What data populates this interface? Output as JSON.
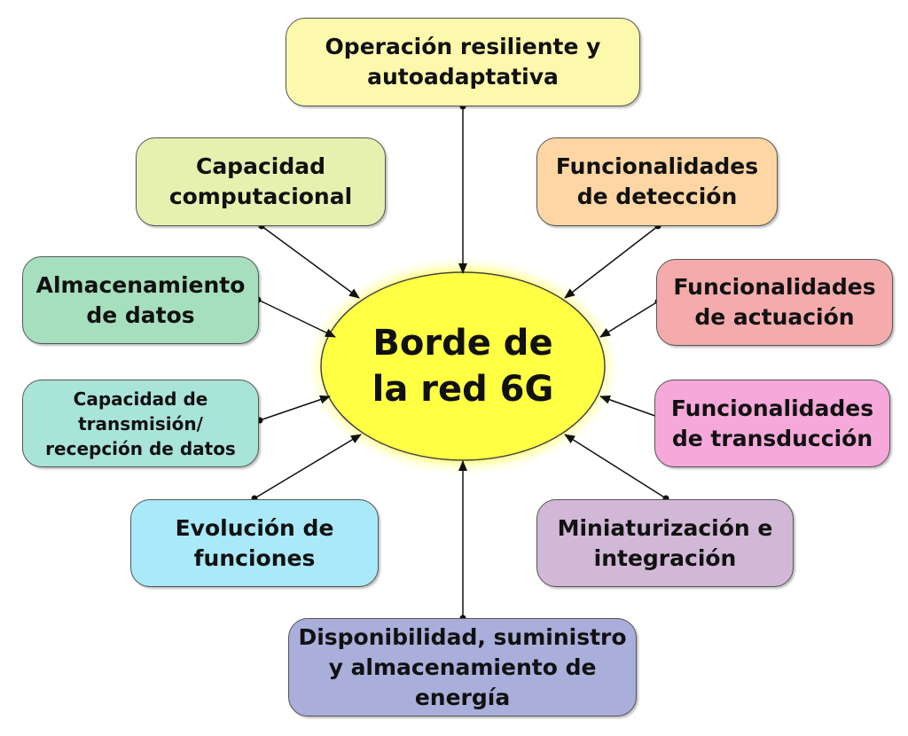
{
  "center": {
    "label_line1": "Borde de",
    "label_line2": "la red 6G",
    "color": "#ffff44"
  },
  "nodes": [
    {
      "id": "resiliente",
      "text": "Operación resiliente y autoadaptativa",
      "color": "#fdf9ac"
    },
    {
      "id": "computacional",
      "text": "Capacidad computacional",
      "color": "#e6f1b0"
    },
    {
      "id": "deteccion",
      "text": "Funcionalidades de detección",
      "color": "#fdd6a4"
    },
    {
      "id": "almacenamiento",
      "text": "Almacenamiento de datos",
      "color": "#a6dfbd"
    },
    {
      "id": "actuacion",
      "text": "Funcionalidades de actuación",
      "color": "#f5abab"
    },
    {
      "id": "transmision",
      "text": "Capacidad de transmisión/ recepción de datos",
      "color": "#a9e4d9"
    },
    {
      "id": "transduccion",
      "text": "Funcionalidades de transducción",
      "color": "#f5a8d9"
    },
    {
      "id": "evolucion",
      "text": "Evolución de funciones",
      "color": "#a9e9f9"
    },
    {
      "id": "miniaturizacion",
      "text": "Miniaturización e integración",
      "color": "#d1b8d6"
    },
    {
      "id": "energia",
      "text": "Disponibilidad, suministro y almacenamiento de energía",
      "color": "#aaaedb"
    }
  ]
}
